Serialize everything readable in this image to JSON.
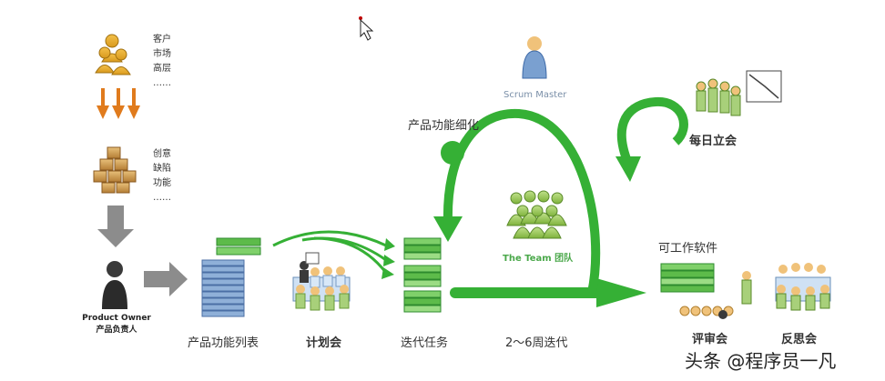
{
  "stakeholders": [
    "客户",
    "市场",
    "高层",
    "……"
  ],
  "sources": [
    "创意",
    "缺陷",
    "功能",
    "……"
  ],
  "product_owner": {
    "en": "Product Owner",
    "zh": "产品负责人"
  },
  "product_backlog": "产品功能列表",
  "planning_meeting": "计划会",
  "sprint_backlog": "迭代任务",
  "sprint_length": "2～6周迭代",
  "backlog_refinement": "产品功能细化",
  "scrum_master": "Scrum Master",
  "team": "The Team 团队",
  "daily_standup": "每日立会",
  "working_software": "可工作软件",
  "review_meeting": "评审会",
  "retrospective": "反思会",
  "watermark": "头条 @程序员一凡",
  "colors": {
    "green": "#35b035",
    "light_green": "#a9d86a",
    "gray_arrow": "#8c8c8c",
    "orange_arrow": "#e07b1d",
    "dark": "#222222"
  }
}
